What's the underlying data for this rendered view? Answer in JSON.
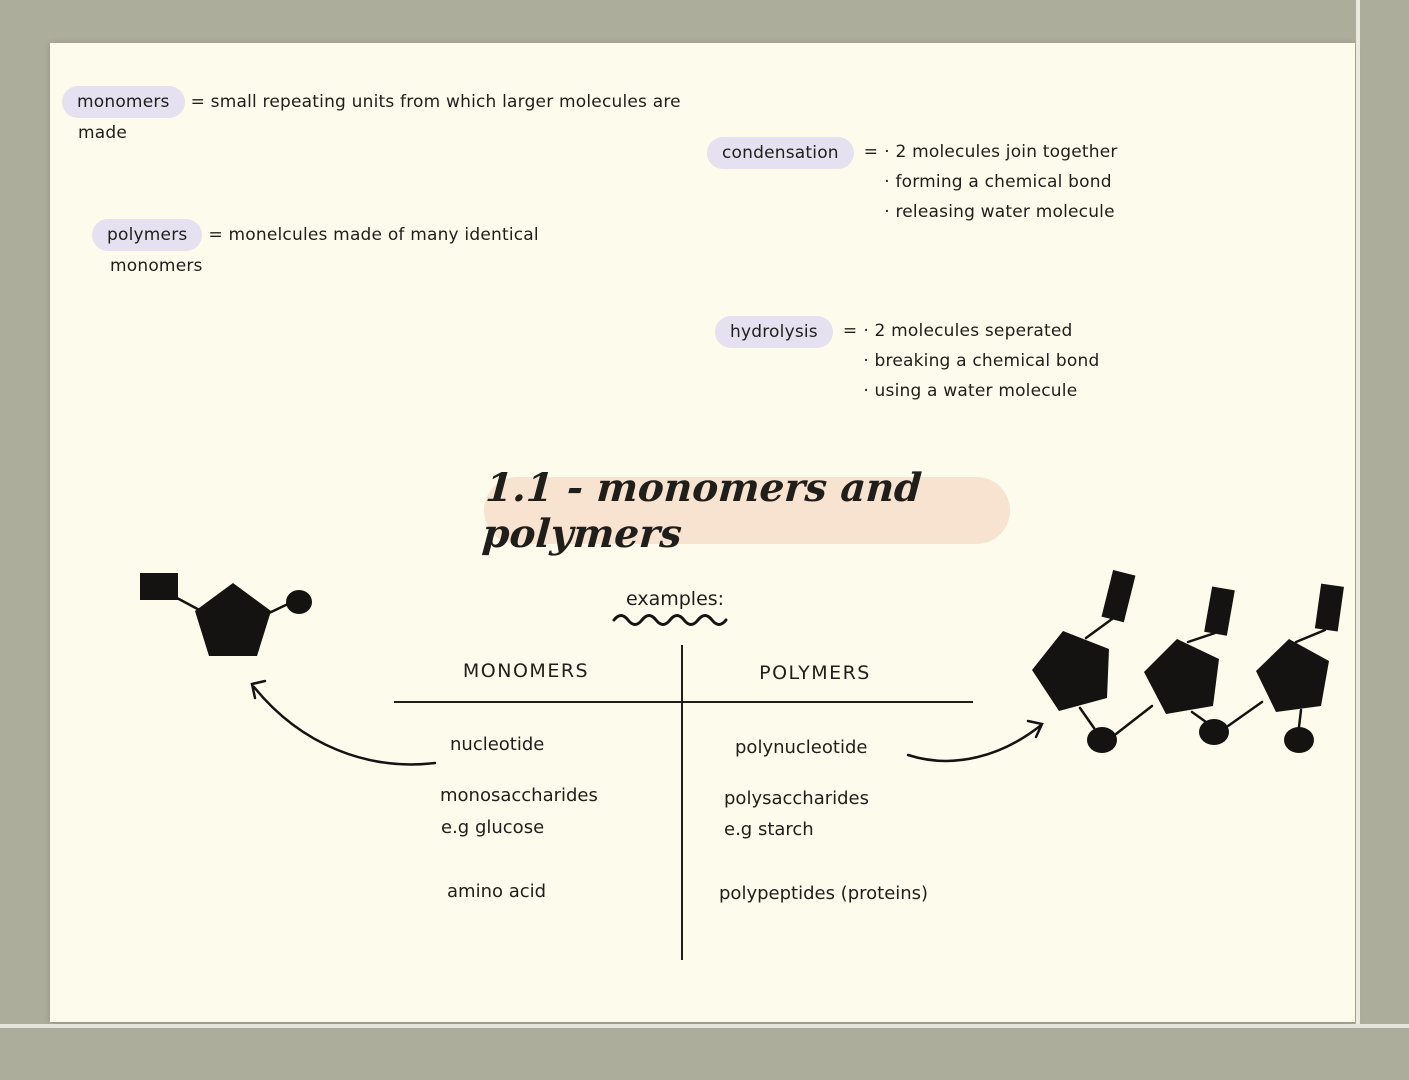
{
  "colors": {
    "frame": "#adad9c",
    "paper": "#fdfbec",
    "highlight": "#e5e1f1",
    "title_bg": "#f8e2d0",
    "ink": "#1f1e1b"
  },
  "definitions": {
    "monomers": {
      "term": "monomers",
      "rest": "= small repeating units from which larger molecules are",
      "line2": "made"
    },
    "polymers": {
      "term": "polymers",
      "rest": "= monelcules made of many identical",
      "line2": "monomers"
    },
    "condensation": {
      "term": "condensation",
      "eq": "=",
      "bullets": [
        "· 2 molecules join together",
        "· forming a chemical bond",
        "· releasing water molecule"
      ]
    },
    "hydrolysis": {
      "term": "hydrolysis",
      "eq": "=",
      "bullets": [
        "· 2 molecules seperated",
        "· breaking a chemical bond",
        "· using a water molecule"
      ]
    }
  },
  "title": "1.1 - monomers and polymers",
  "examples_label": "examples:",
  "table": {
    "header_left": "MONOMERS",
    "header_right": "POLYMERS",
    "rows": [
      {
        "left": "nucleotide",
        "right": "polynucleotide"
      },
      {
        "left": "monosaccharides",
        "right": "polysaccharides"
      },
      {
        "left": "e.g glucose",
        "right": "e.g starch"
      },
      {
        "left": "amino acid",
        "right": "polypeptides (proteins)"
      }
    ]
  }
}
